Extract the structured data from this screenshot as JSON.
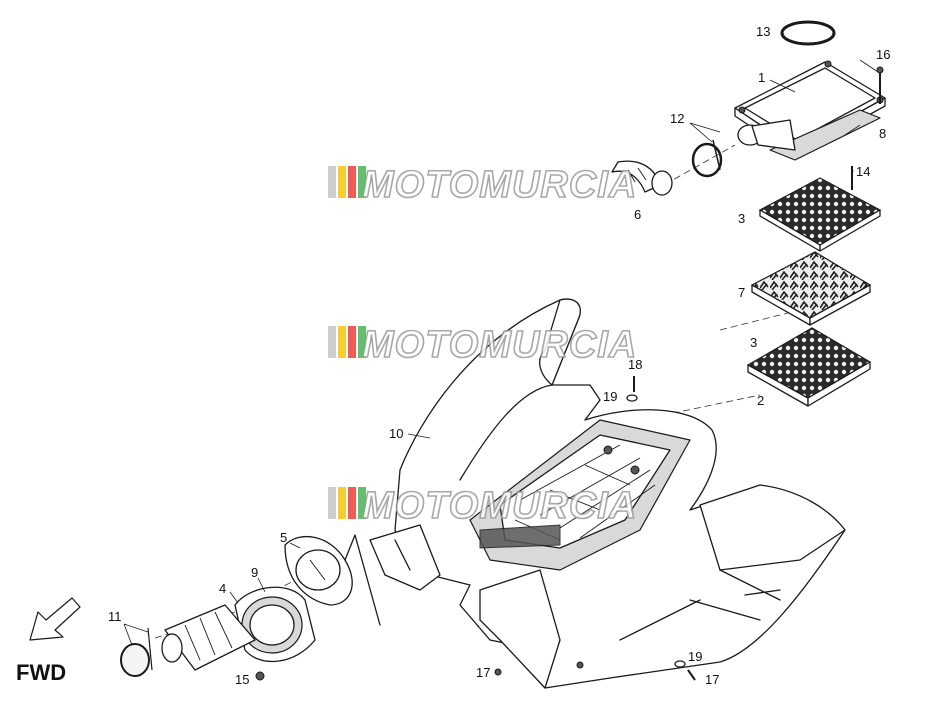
{
  "watermark": "MOTOMURCIA",
  "watermark_colors": [
    "#c0c0c0",
    "#f2c200",
    "#e8342a",
    "#3fae49"
  ],
  "direction_label": "FWD",
  "part_numbers": {
    "p1": "1",
    "p2": "2",
    "p3a": "3",
    "p3b": "3",
    "p4": "4",
    "p5": "5",
    "p6": "6",
    "p7": "7",
    "p8": "8",
    "p9": "9",
    "p10": "10",
    "p11": "11",
    "p12": "12",
    "p13": "13",
    "p14": "14",
    "p15": "15",
    "p16": "16",
    "p17a": "17",
    "p17b": "17",
    "p18": "18",
    "p19a": "19",
    "p19b": "19"
  }
}
